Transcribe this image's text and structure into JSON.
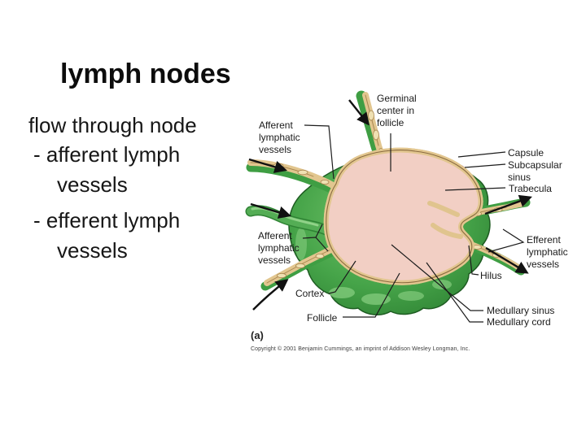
{
  "slide": {
    "title": "lymph nodes",
    "body_lines": [
      "flow through node",
      "- afferent lymph",
      "vessels",
      "- efferent lymph",
      "vessels"
    ]
  },
  "figure": {
    "panel_letter": "(a)",
    "copyright": "Copyright © 2001 Benjamin Cummings, an imprint of Addison Wesley Longman, Inc.",
    "labels": {
      "germinal_center": [
        "Germinal",
        "center in",
        "follicle"
      ],
      "afferent_top": [
        "Afferent",
        "lymphatic",
        "vessels"
      ],
      "capsule": "Capsule",
      "subcapsular_sinus": [
        "Subcapsular",
        "sinus"
      ],
      "trabecula": "Trabecula",
      "efferent": [
        "Efferent",
        "lymphatic",
        "vessels"
      ],
      "hilus": "Hilus",
      "afferent_bottom": [
        "Afferent",
        "lymphatic",
        "vessels"
      ],
      "cortex": "Cortex",
      "follicle": "Follicle",
      "medullary_sinus": "Medullary sinus",
      "medullary_cord": "Medullary cord"
    },
    "colors": {
      "capsule_tan": "#e2c68f",
      "cortex_pink": "#f2cfc4",
      "follicle_purple": "#a763ab",
      "germinal_cream": "#f3e3b0",
      "lymphoid_dots": "#9a5063",
      "vessel_green": "#46a449",
      "label_line": "#1c1c1c"
    }
  }
}
